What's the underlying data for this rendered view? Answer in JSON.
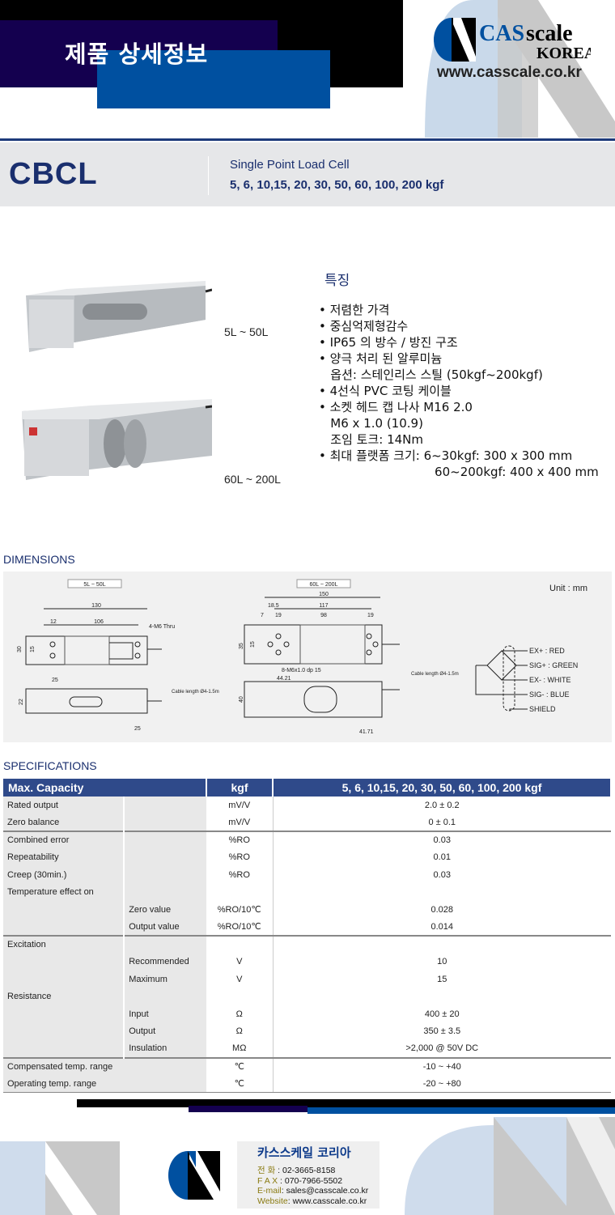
{
  "header": {
    "title": "제품 상세정보",
    "logo_text": "CASscale KOREA",
    "url": "www.casscale.co.kr"
  },
  "product": {
    "model": "CBCL",
    "type": "Single Point Load Cell",
    "capacities": "5, 6, 10,15, 20, 30, 50, 60, 100, 200 kgf",
    "images": [
      {
        "label": "5L ~ 50L"
      },
      {
        "label": "60L ~ 200L"
      }
    ]
  },
  "features": {
    "title": "특징",
    "items": [
      "• 저렴한 가격",
      "• 중심억제형감수",
      "• IP65 의 방수 / 방진 구조",
      "• 양극 처리 된 알루미늄",
      "   옵션: 스테인리스 스틸 (50kgf~200kgf)",
      "• 4선식 PVC 코팅 케이블",
      "• 소켓 헤드 캡 나사 M16 2.0",
      "   M6 x 1.0 (10.9)",
      "   조임 토크: 14Nm",
      "• 최대 플랫폼 크기: 6~30kgf: 300 x 300 mm",
      "                              60~200kgf: 400 x 400 mm"
    ]
  },
  "dimensions": {
    "title": "DIMENSIONS",
    "unit": "Unit : mm",
    "small": {
      "label": "5L ~ 50L",
      "d130": "130",
      "d12": "12",
      "d106": "106",
      "d30": "30",
      "d15": "15",
      "holes": "4-M6 Thru",
      "d25a": "25",
      "d22": "22",
      "d25b": "25",
      "cable": "Cable length Ø4-1.5m"
    },
    "large": {
      "label": "60L ~ 200L",
      "d150": "150",
      "d185": "18.5",
      "d117": "117",
      "d7": "7",
      "d19a": "19",
      "d98": "98",
      "d19b": "19",
      "d35": "35",
      "d15": "15",
      "holes": "8-M6x1.0 dp 15",
      "d4421": "44.21",
      "d40": "40",
      "d4171": "41.71",
      "cable": "Cable length Ø4-1.5m"
    },
    "wiring": [
      "EX+ : RED",
      "SIG+ : GREEN",
      "EX- : WHITE",
      "SIG- : BLUE",
      "SHIELD"
    ]
  },
  "specs": {
    "title": "SPECIFICATIONS",
    "header": [
      "Max. Capacity",
      "kgf",
      "5, 6, 10,15, 20, 30, 50, 60, 100, 200 kgf"
    ],
    "rows": [
      {
        "label": "Rated output",
        "sub": "",
        "unit": "mV/V",
        "value": "2.0 ± 0.2"
      },
      {
        "label": "Zero balance",
        "sub": "",
        "unit": "mV/V",
        "value": "0 ± 0.1"
      },
      {
        "label": "Combined error",
        "sub": "",
        "unit": "%RO",
        "value": "0.03",
        "sep": true
      },
      {
        "label": "Repeatability",
        "sub": "",
        "unit": "%RO",
        "value": "0.01"
      },
      {
        "label": "Creep (30min.)",
        "sub": "",
        "unit": "%RO",
        "value": "0.03"
      },
      {
        "label": "Temperature effect on",
        "sub": "",
        "unit": "",
        "value": ""
      },
      {
        "label": "",
        "sub": "Zero value",
        "unit": "%RO/10℃",
        "value": "0.028"
      },
      {
        "label": "",
        "sub": "Output  value",
        "unit": "%RO/10℃",
        "value": "0.014"
      },
      {
        "label": "Excitation",
        "sub": "",
        "unit": "",
        "value": "",
        "sep": true
      },
      {
        "label": "",
        "sub": "Recommended",
        "unit": "V",
        "value": "10"
      },
      {
        "label": "",
        "sub": "Maximum",
        "unit": "V",
        "value": "15"
      },
      {
        "label": "Resistance",
        "sub": "",
        "unit": "",
        "value": ""
      },
      {
        "label": "",
        "sub": "Input",
        "unit": "Ω",
        "value": "400 ± 20"
      },
      {
        "label": "",
        "sub": "Output",
        "unit": "Ω",
        "value": "350 ± 3.5"
      },
      {
        "label": "",
        "sub": "Insulation",
        "unit": "MΩ",
        "value": ">2,000 @ 50V DC"
      },
      {
        "label": "Compensated temp. range",
        "sub": "",
        "unit": "℃",
        "value": "-10 ~ +40",
        "sep": true,
        "merge": true
      },
      {
        "label": "Operating temp. range",
        "sub": "",
        "unit": "℃",
        "value": "-20 ~ +80",
        "merge": true
      }
    ]
  },
  "footer": {
    "company": "카스스케일 코리아",
    "contacts": [
      {
        "key": "전 화",
        "value": " : 02-3665-8158"
      },
      {
        "key": "F A X",
        "value": " : 070-7966-5502"
      },
      {
        "key": "E-mail",
        "value": ": sales@casscale.co.kr"
      },
      {
        "key": "Website",
        "value": ": www.casscale.co.kr"
      }
    ]
  },
  "colors": {
    "navy": "#14004f",
    "blue": "#0050a0",
    "table_header": "#2f4a8a",
    "text_navy": "#1a2f6e"
  }
}
